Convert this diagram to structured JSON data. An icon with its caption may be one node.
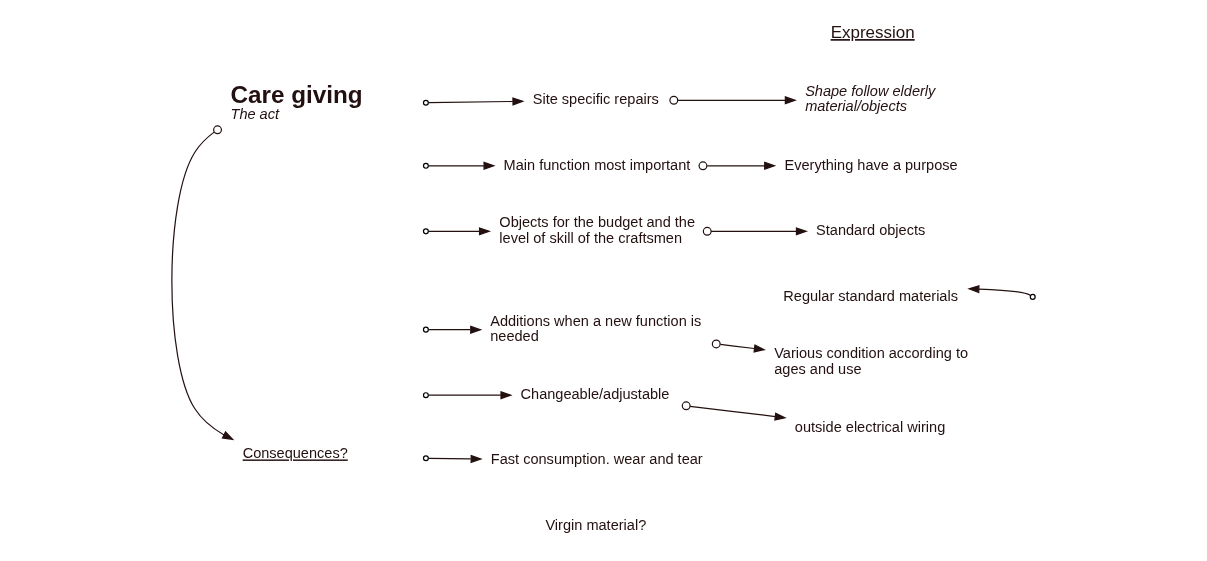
{
  "diagram": {
    "nodes": [
      {
        "text": [
          "Care giving",
          "The act"
        ]
      },
      {
        "text": [
          "Consequences?"
        ]
      },
      {
        "text": [
          "Site specific repairs"
        ]
      },
      {
        "text": [
          "Main function most important"
        ]
      },
      {
        "text": [
          "Objects for the budget and the level of skill of the craftsmen"
        ]
      },
      {
        "text": [
          "Additions when a new function is needed"
        ]
      },
      {
        "text": [
          "Changeable/adjustable"
        ]
      },
      {
        "text": [
          "Fast consumption. wear and tear"
        ]
      },
      {
        "text": [
          "Virgin material?"
        ]
      },
      {
        "text": [
          "Shape follow elderly material/objects"
        ]
      },
      {
        "text": [
          "Everything have a purpose"
        ]
      },
      {
        "text": [
          "Standard objects"
        ]
      },
      {
        "text": [
          "Regular standard materials"
        ]
      },
      {
        "text": [
          "Various condition according to ages and use"
        ]
      },
      {
        "text": [
          "outside electrical wiring"
        ]
      }
    ],
    "edges": [
      {
        "from": 0,
        "to": 1,
        "arrow": "to"
      },
      {
        "from": null,
        "to": 2,
        "arrow": "to"
      },
      {
        "from": null,
        "to": 3,
        "arrow": "to"
      },
      {
        "from": null,
        "to": 4,
        "arrow": "to"
      },
      {
        "from": null,
        "to": 5,
        "arrow": "to"
      },
      {
        "from": null,
        "to": 6,
        "arrow": "to"
      },
      {
        "from": null,
        "to": 7,
        "arrow": "to"
      },
      {
        "from": 2,
        "to": 9,
        "arrow": "to"
      },
      {
        "from": 3,
        "to": 10,
        "arrow": "to"
      },
      {
        "from": 4,
        "to": 11,
        "arrow": "to"
      },
      {
        "from": 5,
        "to": 13,
        "arrow": "to"
      },
      {
        "from": 6,
        "to": 14,
        "arrow": "to"
      },
      {
        "from": null,
        "to": 12,
        "arrow": "to"
      }
    ],
    "labels": [
      "Expression"
    ]
  }
}
